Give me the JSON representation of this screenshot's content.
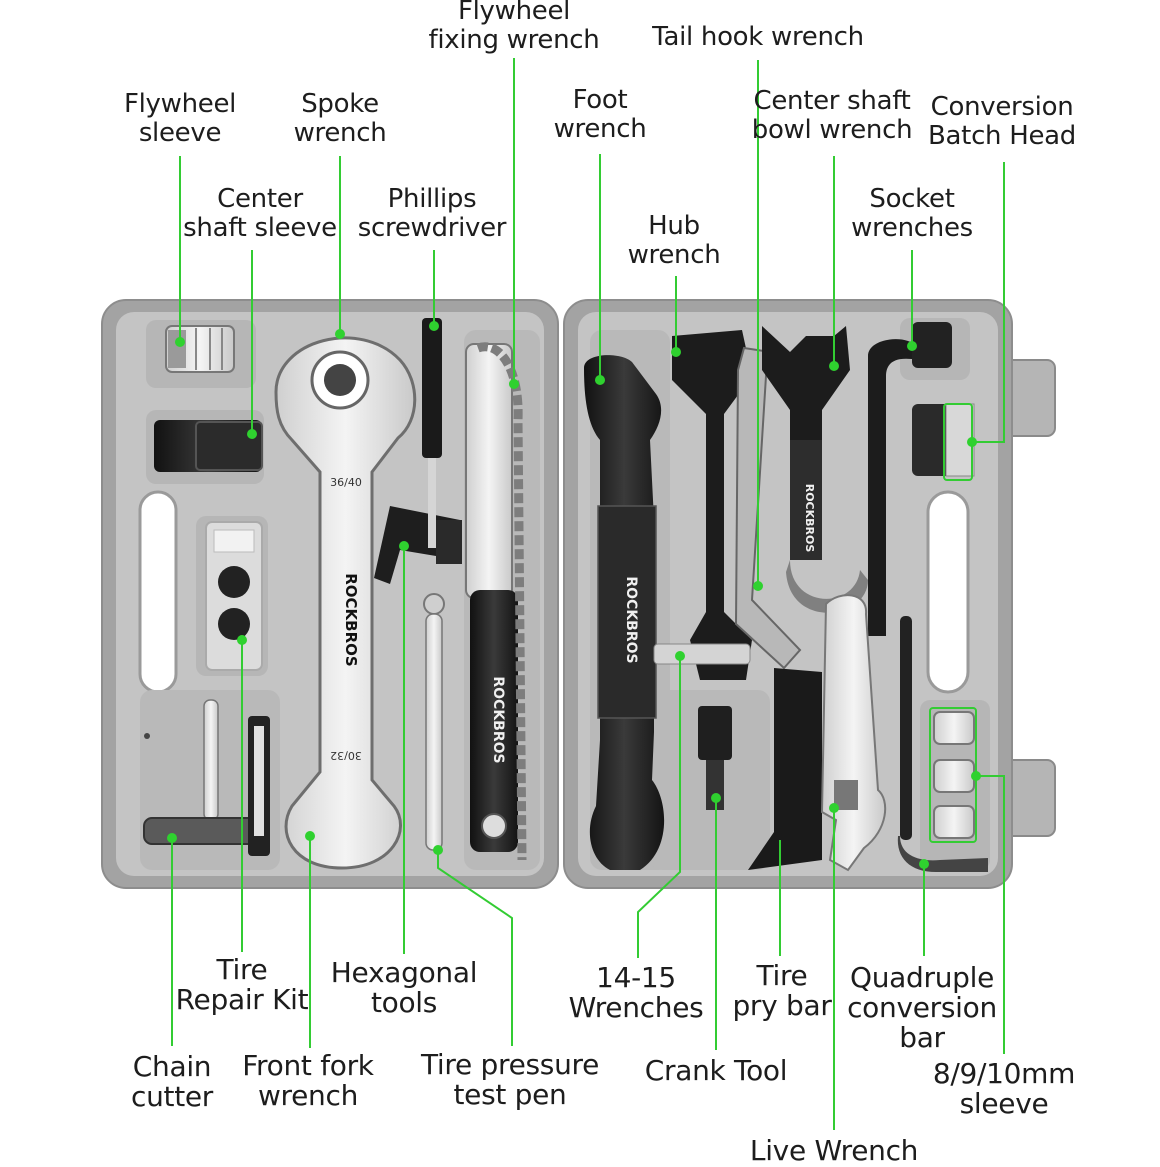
{
  "labels": {
    "flywheel_fixing_wrench": [
      "Flywheel",
      "fixing wrench"
    ],
    "tail_hook_wrench": [
      "Tail hook wrench"
    ],
    "flywheel_sleeve": [
      "Flywheel",
      "sleeve"
    ],
    "spoke_wrench": [
      "Spoke",
      "wrench"
    ],
    "foot_wrench": [
      "Foot",
      "wrench"
    ],
    "center_shaft_bowl_wrench": [
      "Center shaft",
      "bowl wrench"
    ],
    "conversion_batch_head": [
      "Conversion",
      "Batch Head"
    ],
    "center_shaft_sleeve": [
      "Center",
      "shaft sleeve"
    ],
    "phillips_screwdriver": [
      "Phillips",
      "screwdriver"
    ],
    "hub_wrench": [
      "Hub",
      "wrench"
    ],
    "socket_wrenches": [
      "Socket",
      "wrenches"
    ],
    "tire_repair_kit": [
      "Tire",
      "Repair Kit"
    ],
    "hexagonal_tools": [
      "Hexagonal",
      "tools"
    ],
    "wrenches_14_15": [
      "14-15",
      "Wrenches"
    ],
    "tire_pry_bar": [
      "Tire",
      "pry bar"
    ],
    "quadruple_conversion_bar": [
      "Quadruple",
      "conversion",
      "bar"
    ],
    "chain_cutter": [
      "Chain",
      "cutter"
    ],
    "front_fork_wrench": [
      "Front fork",
      "wrench"
    ],
    "tire_pressure_test_pen": [
      "Tire pressure",
      "test pen"
    ],
    "crank_tool": [
      "Crank Tool"
    ],
    "sleeve_8_9_10mm": [
      "8/9/10mm",
      "sleeve"
    ],
    "live_wrench": [
      "Live Wrench"
    ]
  },
  "tool_markings": {
    "brand": "ROCKBROS",
    "big_wrench_top_size": "36/40",
    "big_wrench_bottom_size": "30/32"
  },
  "colors": {
    "callout_line": "#33cc33",
    "callout_dot": "#2fd12f",
    "case_gray": "#a9a9a9",
    "case_inner": "#c7c7c7",
    "tool_black": "#1c1c1c",
    "tool_silver": "#e4e4e4",
    "label_text": "#1d1d1d"
  }
}
